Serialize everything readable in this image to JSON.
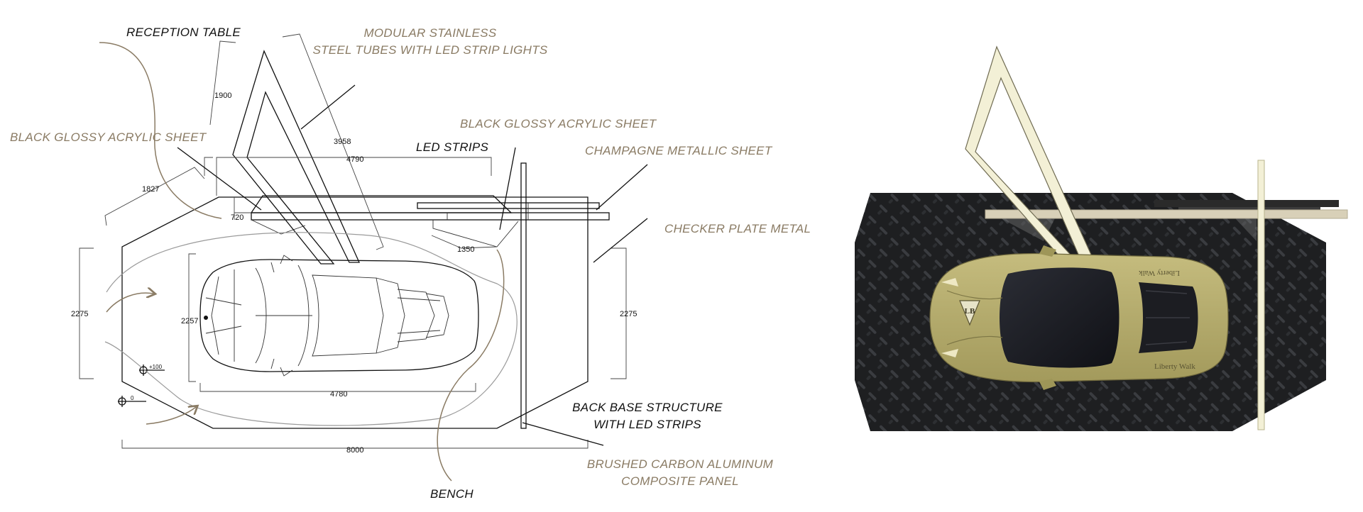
{
  "labels": {
    "reception_table": "RECEPTION TABLE",
    "modular_tubes_1": "MODULAR STAINLESS",
    "modular_tubes_2": "STEEL TUBES WITH LED STRIP LIGHTS",
    "black_acrylic_left": "BLACK GLOSSY ACRYLIC SHEET",
    "black_acrylic_right": "BLACK GLOSSY ACRYLIC SHEET",
    "led_strips": "LED STRIPS",
    "champagne_sheet": "CHAMPAGNE METALLIC SHEET",
    "checker_plate": "CHECKER PLATE METAL",
    "back_base_1": "BACK BASE STRUCTURE",
    "back_base_2": "WITH LED STRIPS",
    "brushed_panel_1": "BRUSHED CARBON ALUMINUM",
    "brushed_panel_2": "COMPOSITE PANEL",
    "bench": "BENCH"
  },
  "dimensions": {
    "d1900": "1900",
    "d3958": "3958",
    "d4790": "4790",
    "d1827": "1827",
    "d720": "720",
    "d1350": "1350",
    "d2275_left": "2275",
    "d2275_right": "2275",
    "d2257": "2257",
    "d4780": "4780",
    "d8000": "8000",
    "level_100": "+100",
    "level_0": "0"
  },
  "car_branding": {
    "logo_text": "LB",
    "brand_text": "Liberty Walk",
    "brand_text_mirrored": "Liberty Walk"
  },
  "colors": {
    "label_dark": "#111111",
    "label_tan": "#8a7b64",
    "checker_plate": "#1e1f21",
    "champagne": "#d8d0b8",
    "tube_cream": "#f3f0d6",
    "car_body": "#b3aa6c"
  }
}
